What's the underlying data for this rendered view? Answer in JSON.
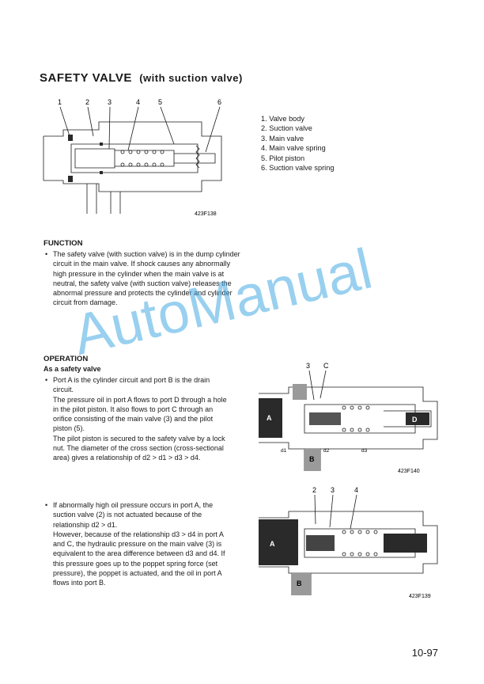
{
  "title": {
    "main": "SAFETY VALVE",
    "sub": "(with suction valve)"
  },
  "parts_list": [
    "1. Valve body",
    "2. Suction valve",
    "3. Main valve",
    "4. Main valve spring",
    "5. Pilot piston",
    "6. Suction valve spring"
  ],
  "figures": {
    "fig1": {
      "code": "423F138",
      "callouts": [
        "1",
        "2",
        "3",
        "4",
        "5",
        "6"
      ]
    },
    "fig2": {
      "code": "423F140",
      "callouts": [
        "3",
        "C"
      ],
      "ports": [
        "A",
        "B",
        "D"
      ],
      "dims": [
        "d1",
        "d2",
        "d3"
      ]
    },
    "fig3": {
      "code": "423F139",
      "callouts": [
        "2",
        "3",
        "4"
      ],
      "ports": [
        "A",
        "B"
      ]
    }
  },
  "function": {
    "heading": "FUNCTION",
    "text": "The safety valve (with suction valve) is in the dump cylinder circuit in the main valve. If shock causes any abnormally high pressure in the cylinder when the main valve is at neutral, the safety valve (with suction valve) releases the abnormal pressure and protects the cylinder and cylinder circuit from damage."
  },
  "operation": {
    "heading": "OPERATION",
    "subheading": "As a safety valve",
    "para1": "Port A is the cylinder circuit and port B is the drain circuit.",
    "para2": "The pressure oil in port A flows to port D through a hole in the pilot piston. It also flows to port C through an orifice consisting of the main valve (3) and the pilot piston (5).",
    "para3": "The pilot piston is secured to the safety valve by a lock nut. The diameter of the cross section (cross-sectional area) gives a relationship of d2 > d1 > d3 > d4.",
    "para4": "If abnormally high oil pressure occurs in port A, the suction valve (2) is not actuated because of the relationship d2 > d1.",
    "para5": "However, because of the relationship d3 > d4 in port A and C, the hydraulic pressure on the main valve (3) is equivalent to the area difference between d3 and d4. If this pressure goes up to the poppet spring force (set pressure), the poppet is actuated, and the oil in port A flows into port B."
  },
  "page_number": "10-97",
  "watermark": "AutoManual",
  "colors": {
    "text": "#1a1a1a",
    "watermark": "#46aae1",
    "fill_dark": "#2a2a2a",
    "fill_grey": "#9a9a9a"
  }
}
